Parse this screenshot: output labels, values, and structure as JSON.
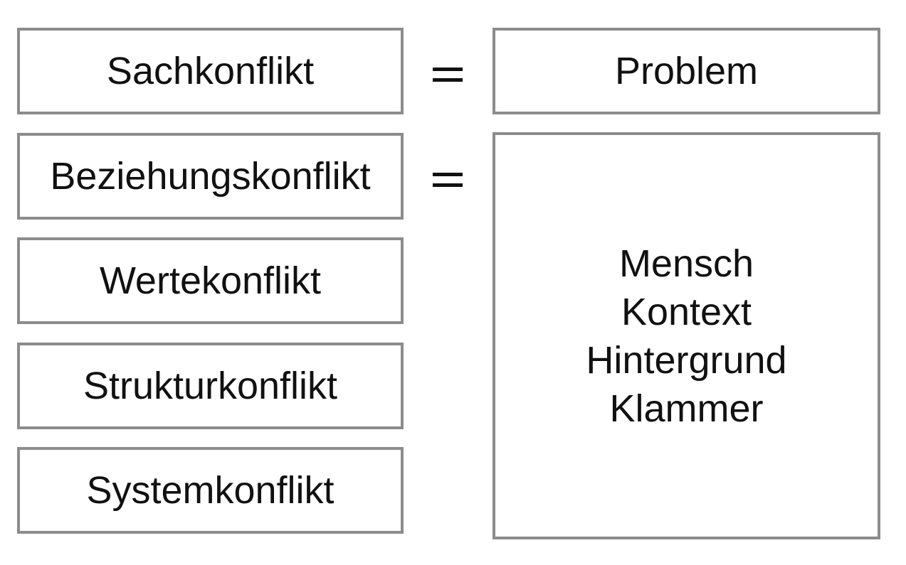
{
  "conflicts": [
    {
      "label": "Sachkonflikt"
    },
    {
      "label": "Beziehungskonflikt"
    },
    {
      "label": "Wertekonflikt"
    },
    {
      "label": "Strukturkonflikt"
    },
    {
      "label": "Systemkonflikt"
    }
  ],
  "right": {
    "problem": "Problem",
    "aspects": [
      "Mensch",
      "Kontext",
      "Hintergrund",
      "Klammer"
    ]
  },
  "colors": {
    "border": "#8c8c8c",
    "text": "#111111",
    "background": "#ffffff"
  }
}
